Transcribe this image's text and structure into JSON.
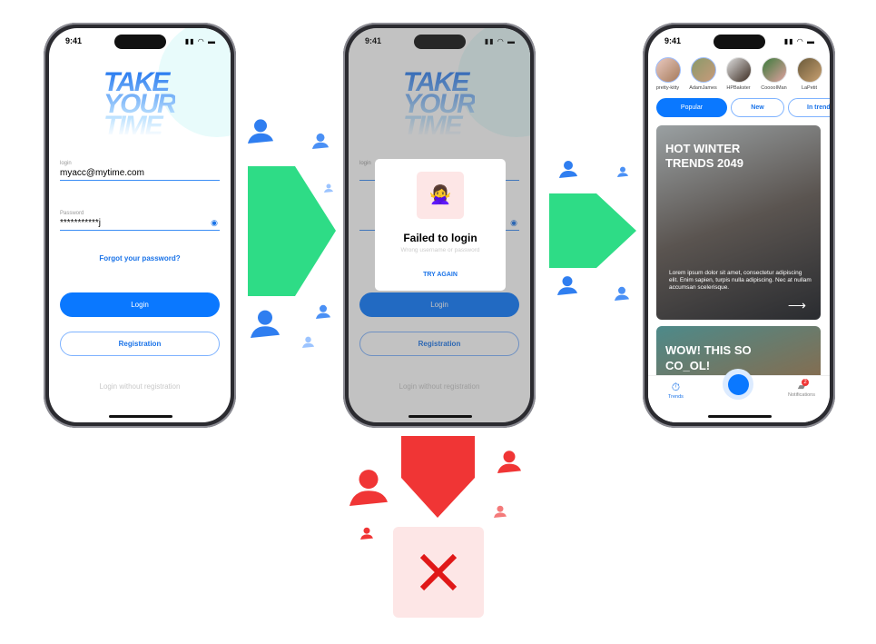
{
  "status": {
    "time": "9:41"
  },
  "login_screen": {
    "logo_text": [
      "TAKE",
      "YOUR",
      "TIME"
    ],
    "login_label": "login",
    "login_value": "myacc@mytime.com",
    "password_label": "Password",
    "password_value": "***********j",
    "forgot": "Forgot your password?",
    "login_button": "Login",
    "registration_button": "Registration",
    "guest_link": "Login without registration"
  },
  "error_modal": {
    "emoji": "🙅‍♀️",
    "title": "Failed to login",
    "message": "Wrong username or password",
    "action": "TRY AGAIN"
  },
  "feed_screen": {
    "stories": [
      "pretty-kitty",
      "AdamJames",
      "HPBakster",
      "CooooIMan",
      "LaPetit"
    ],
    "chips": [
      "Popular",
      "New",
      "In trends"
    ],
    "cards": [
      {
        "title": "HOT WINTER TRENDS 2049",
        "body": "Lorem ipsum dolor sit amet, consectetur adipiscing elit. Enim sapien, turpis nulla adipiscing. Nec at nullam accumsan scelerisque."
      },
      {
        "title": "WOW! THIS SO CO_OL!"
      }
    ],
    "tabs": {
      "trends": "Trends",
      "notifications": "Notifications",
      "badge": "2"
    }
  },
  "colors": {
    "success_arrow": "#2edc86",
    "failure_arrow": "#f03535",
    "accent": "#0a78ff",
    "failure_box": "#fde6e6"
  }
}
